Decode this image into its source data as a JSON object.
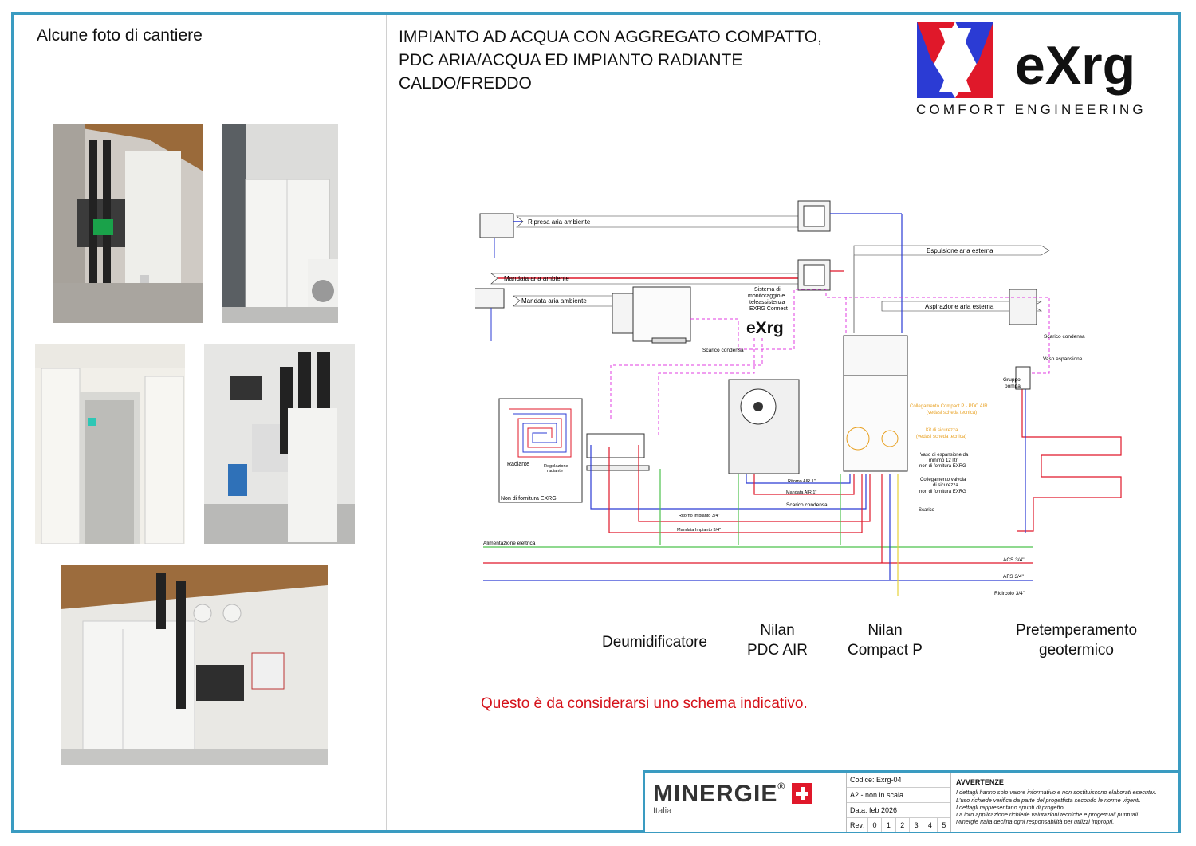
{
  "left": {
    "title": "Alcune foto di cantiere"
  },
  "header": {
    "title_lines": [
      "IMPIANTO AD ACQUA CON AGGREGATO COMPATTO,",
      "PDC ARIA/ACQUA ED IMPIANTO RADIANTE",
      "CALDO/FREDDO"
    ]
  },
  "brand": {
    "logo_text": "eXrg",
    "tagline": "COMFORT ENGINEERING"
  },
  "diagram": {
    "labels": {
      "ripresa": "Ripresa aria ambiente",
      "mandata1": "Mandata aria ambiente",
      "mandata2": "Mandata aria ambiente",
      "espulsione": "Espulsione aria esterna",
      "aspirazione": "Aspirazione aria esterna",
      "monitor": [
        "Sistema di",
        "monitoraggio e",
        "teleassistenza",
        "EXRG Connect"
      ],
      "scarico_condensa": "Scarico condensa",
      "scarico_condensa2": "Scarico condensa",
      "scarico_condensa3": "Scarico condensa",
      "vaso": "Vaso espansione",
      "gruppo": [
        "Gruppo",
        "pompa"
      ],
      "radiante": "Radiante",
      "regolazione": [
        "Regolazione",
        "radiante"
      ],
      "non_fornitura": "Non di fornitura EXRG",
      "collegamento": [
        "Collegamento Compact P - PDC AIR",
        "(vedasi scheda tecnica)"
      ],
      "kit": [
        "Kit di sicurezza",
        "(vedasi scheda tecnica)"
      ],
      "vaso12": [
        "Vaso di espansione da",
        "minimo 12 litri",
        "non di fornitura EXRG"
      ],
      "valvola": [
        "Collegamento valvola",
        "di sicurezza",
        "non di fornitura EXRG"
      ],
      "scarico": "Scarico",
      "ritorno_air": "Ritorno AIR 1\"",
      "mandata_air": "Mandata AIR 1\"",
      "ritorno_imp": "Ritorno Impianto 3/4\"",
      "mandata_imp": "Mandata Impianto 3/4\"",
      "alimentazione": "Alimentazione elettrica",
      "acs": "ACS  3/4\"",
      "afs": "AFS  3/4\"",
      "ricircolo": "Ricircolo  3/4\""
    },
    "colors": {
      "red": "#e0182a",
      "blue": "#2b3bd4",
      "green": "#4cc24c",
      "magenta": "#e03ce0",
      "yellow": "#e6d23a",
      "orange": "#e8a020",
      "grey": "#8a8a8a"
    }
  },
  "units": {
    "deumidificatore": [
      "Deumidificatore"
    ],
    "pdc_air": [
      "Nilan",
      "PDC AIR"
    ],
    "compact_p": [
      "Nilan",
      "Compact P"
    ],
    "geotermico": [
      "Pretemperamento",
      "geotermico"
    ]
  },
  "note": "Questo è da considerarsi uno schema indicativo.",
  "titleblock": {
    "brand": "MINERGIE",
    "reg": "®",
    "country": "Italia",
    "codice": "Codice:  Exrg-04",
    "formato": "A2 - non in scala",
    "data": "Data:  feb 2026",
    "rev_label": "Rev:",
    "revs": [
      "0",
      "1",
      "2",
      "3",
      "4",
      "5"
    ],
    "warn_title": "AVVERTENZE",
    "warn_lines": [
      "I dettagli hanno solo valore informativo e non sostituiscono elaborati esecutivi.",
      "L'uso richiede verifica da parte del progettista secondo le norme vigenti.",
      "I dettagli rappresentano spunti di progetto.",
      "La loro applicazione richiede valutazioni tecniche e progettuali puntuali.",
      "Minergie Italia declina ogni responsabilità per utilizzi impropri."
    ]
  }
}
